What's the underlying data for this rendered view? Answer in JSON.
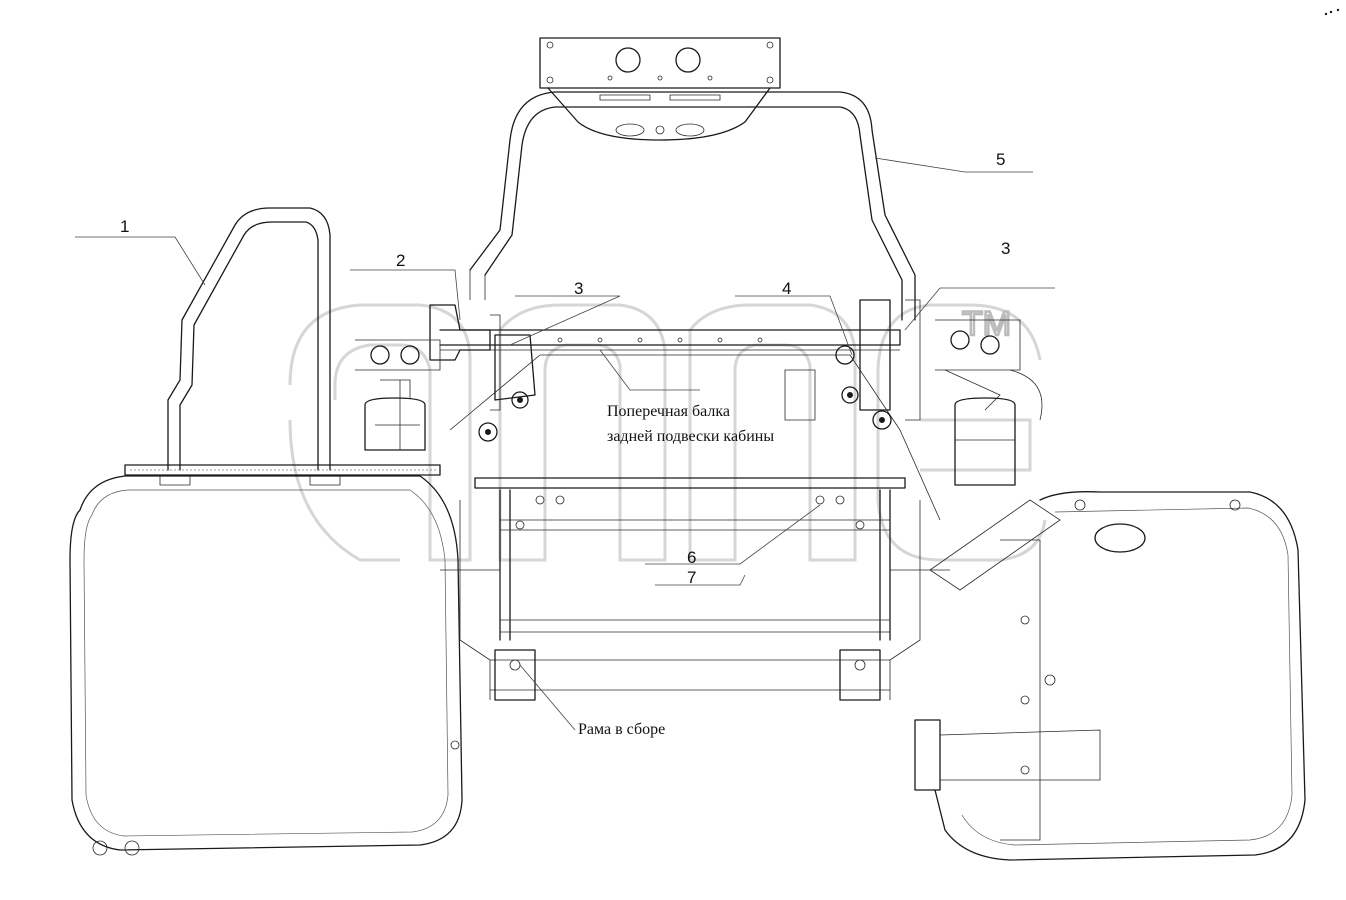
{
  "callouts": {
    "c1": "1",
    "c2": "2",
    "c3_left": "3",
    "c3_right": "3",
    "c4": "4",
    "c5": "5",
    "c6": "6",
    "c7": "7"
  },
  "annotations": {
    "crossbeam_line1": "Поперечная балка",
    "crossbeam_line2": "задней подвески кабины",
    "frame_assembly": "Рама в сборе"
  },
  "watermark": {
    "tm": "TM"
  }
}
